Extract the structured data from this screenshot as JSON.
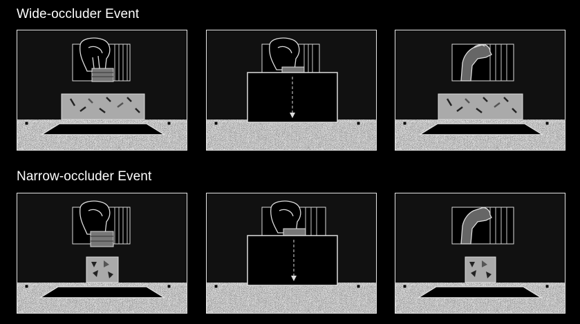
{
  "rows": [
    {
      "title": "Wide-occluder Event",
      "occluder": "wide"
    },
    {
      "title": "Narrow-occluder Event",
      "occluder": "narrow"
    }
  ],
  "colors": {
    "background": "#000000",
    "panel_bg": "#111111",
    "outline": "#e6e6e6",
    "occluder_fill": "#aaaaaa",
    "floor_texture": "#777777"
  }
}
